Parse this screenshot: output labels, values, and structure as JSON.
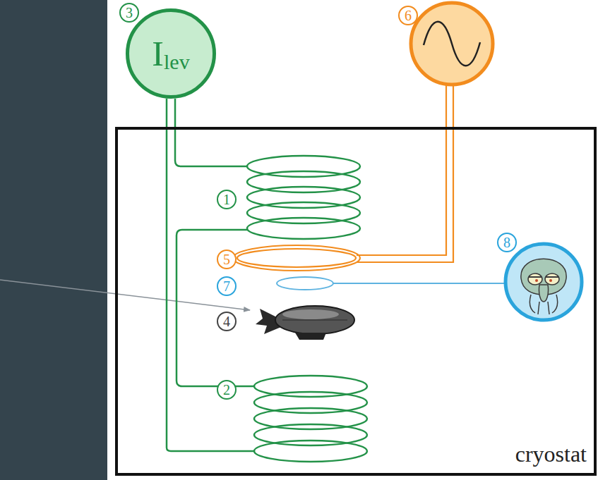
{
  "diagram": {
    "nodes": [
      {
        "text": [
          "I",
          "lev"
        ]
      },
      {
        "text": [
          "cryostat"
        ]
      }
    ],
    "labels": [
      "3",
      "6",
      "1",
      "5",
      "8",
      "7",
      "4",
      "2"
    ]
  }
}
